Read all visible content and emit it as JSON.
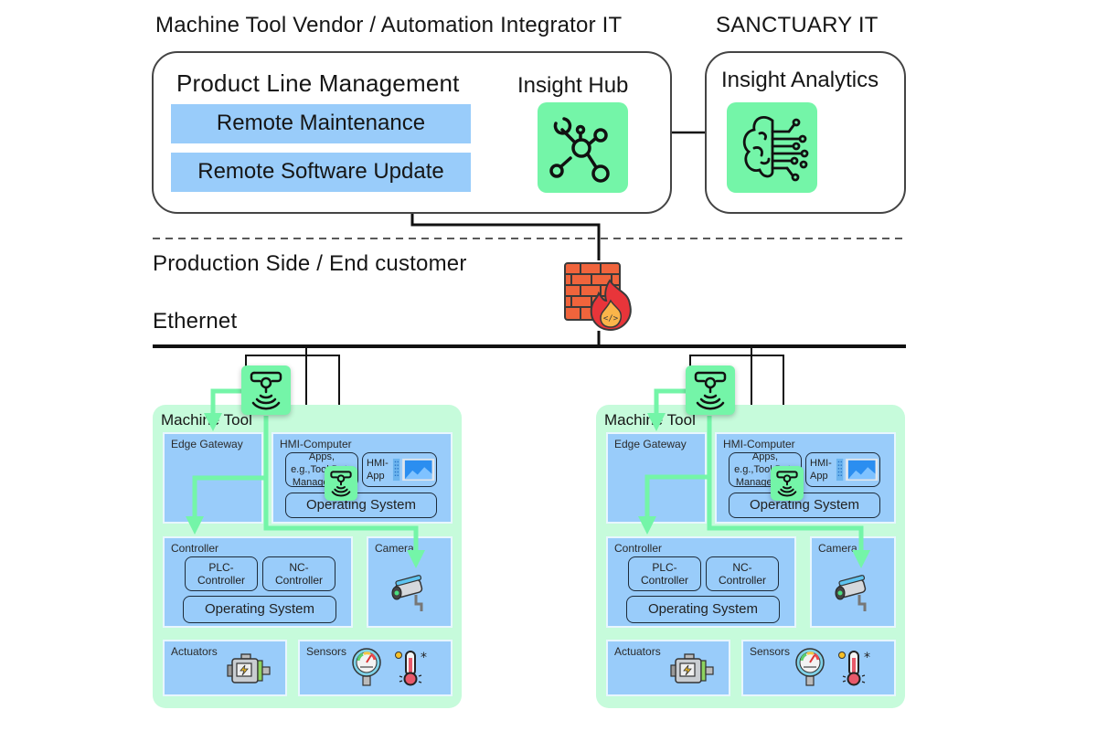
{
  "vendor": {
    "heading": "Machine Tool Vendor / Automation Integrator IT",
    "plm_title": "Product Line Management",
    "services": [
      "Remote Maintenance",
      "Remote Software Update"
    ],
    "hub_title": "Insight Hub",
    "hub_icon": "network-hub-icon"
  },
  "sanctuary": {
    "heading": "SANCTUARY IT",
    "analytics_title": "Insight Analytics",
    "analytics_icon": "ai-brain-icon"
  },
  "production": {
    "heading": "Production Side / End customer",
    "network_label": "Ethernet",
    "firewall_icon": "firewall-icon"
  },
  "machines": [
    {
      "title": "Machine Tool",
      "edge_gateway": "Edge Gateway",
      "hmi_computer": "HMI-Computer",
      "hmi_apps": "Apps, e.g.,Tool Data Management",
      "hmi_app": "HMI-\nApp",
      "hmi_os": "Operating System",
      "controller": "Controller",
      "plc": "PLC-\nController",
      "nc": "NC-\nController",
      "controller_os": "Operating System",
      "camera": "Camera",
      "actuators": "Actuators",
      "sensors": "Sensors"
    },
    {
      "title": "Machine Tool",
      "edge_gateway": "Edge Gateway",
      "hmi_computer": "HMI-Computer",
      "hmi_apps": "Apps, e.g.,Tool Data Management",
      "hmi_app": "HMI-\nApp",
      "hmi_os": "Operating System",
      "controller": "Controller",
      "plc": "PLC-\nController",
      "nc": "NC-\nController",
      "controller_os": "Operating System",
      "camera": "Camera",
      "actuators": "Actuators",
      "sensors": "Sensors"
    }
  ],
  "colors": {
    "accent_green": "#74f5a8",
    "machine_bg": "#c6fbdb",
    "panel_blue": "#99ccfa",
    "firewall_brick": "#f0643c",
    "flame_red": "#e8353a",
    "flame_yellow": "#fbb54a"
  }
}
